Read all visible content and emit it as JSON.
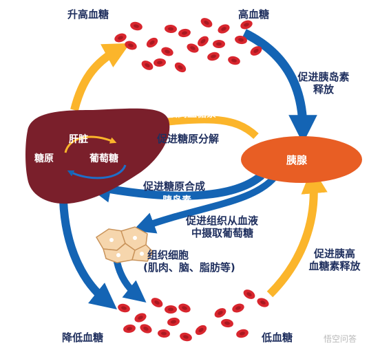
{
  "nodes": {
    "raise_sugar": "升高血糖",
    "high_sugar": "高血糖",
    "low_sugar_left": "降低血糖",
    "low_sugar_right": "低血糖",
    "liver": "肝脏",
    "glycogen": "糖原",
    "glucose": "葡萄糖",
    "pancreas": "胰腺",
    "tissue_cells_line1": "组织细胞",
    "tissue_cells_line2": "(肌肉、脑、脂肪等)"
  },
  "edges": {
    "promote_insulin_line1": "促进胰岛素",
    "promote_insulin_line2": "释放",
    "glucagon": "胰高血糖素",
    "promote_glycogenolysis": "促进糖原分解",
    "promote_glycogenesis": "促进糖原合成",
    "insulin": "胰岛素",
    "promote_uptake_line1": "促进组织从血液",
    "promote_uptake_line2": "中摄取葡萄糖",
    "promote_glucagon_line1": "促进胰高",
    "promote_glucagon_line2": "血糖素释放"
  },
  "watermark": "悟空问答",
  "colors": {
    "blue_arrow": "#1464b4",
    "yellow_arrow": "#fbb52b",
    "liver": "#7a1f2b",
    "pancreas": "#e85e24",
    "blood_cell": "#d8262e",
    "text": "#1f2f5e"
  }
}
